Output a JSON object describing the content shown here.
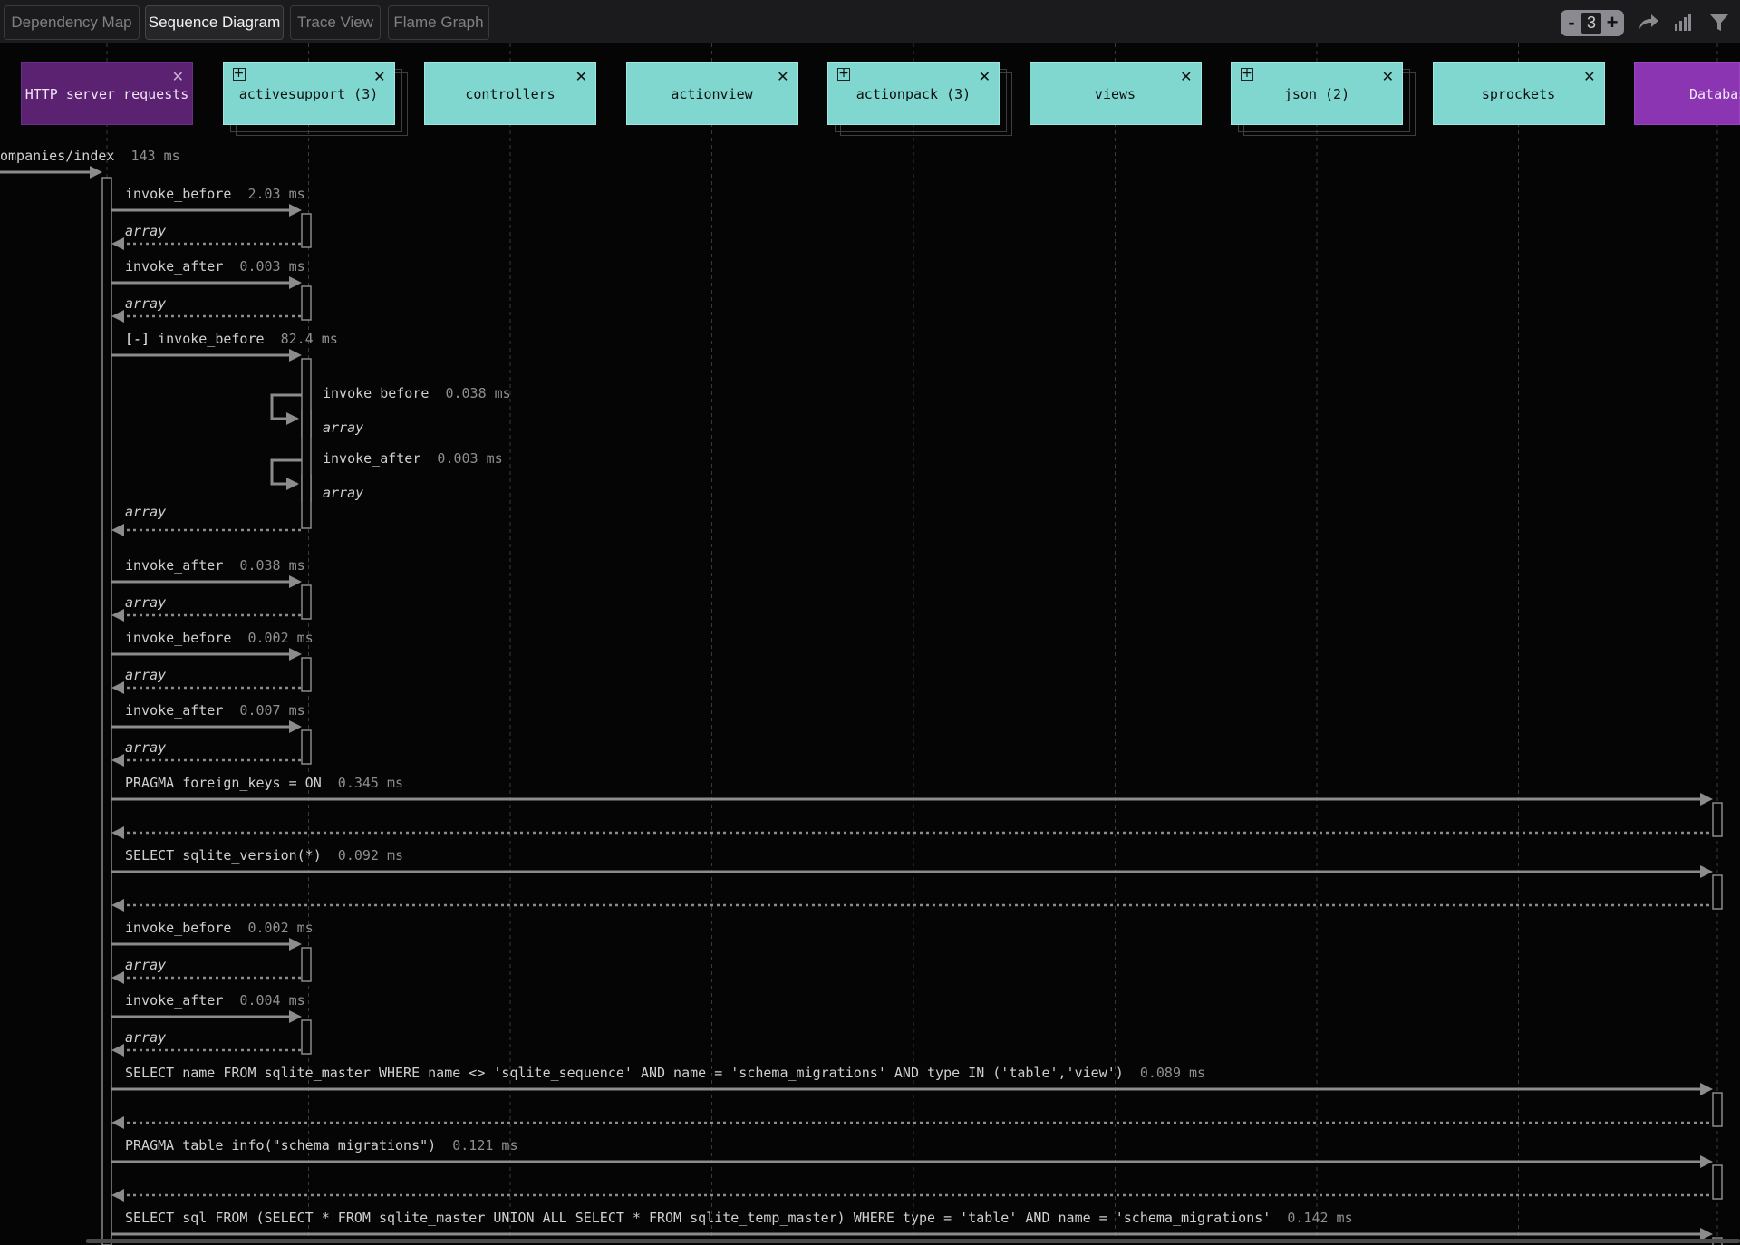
{
  "tabs": [
    {
      "label": "Dependency Map",
      "active": false
    },
    {
      "label": "Sequence Diagram",
      "active": true
    },
    {
      "label": "Trace View",
      "active": false
    },
    {
      "label": "Flame Graph",
      "active": false
    }
  ],
  "toolbar": {
    "zoom_minus": "-",
    "zoom_value": "3",
    "zoom_plus": "+",
    "icons": [
      "share-icon",
      "bar-chart-icon",
      "filter-icon"
    ]
  },
  "packages": [
    {
      "name": "HTTP server requests",
      "kind": "http",
      "expandable": false
    },
    {
      "name": "activesupport (3)",
      "kind": "pkg",
      "expandable": true
    },
    {
      "name": "controllers",
      "kind": "pkg",
      "expandable": false
    },
    {
      "name": "actionview",
      "kind": "pkg",
      "expandable": false
    },
    {
      "name": "actionpack (3)",
      "kind": "pkg",
      "expandable": true
    },
    {
      "name": "views",
      "kind": "pkg",
      "expandable": false
    },
    {
      "name": "json (2)",
      "kind": "pkg",
      "expandable": true
    },
    {
      "name": "sprockets",
      "kind": "pkg",
      "expandable": false
    },
    {
      "name": "Databas",
      "kind": "db",
      "expandable": false
    }
  ],
  "close_glyph": "✕",
  "expand_glyph": "+",
  "collapse_toggle": "[-]",
  "root_call": {
    "label": "ompanies/index",
    "duration": "143 ms"
  },
  "return_label": "array",
  "messages": [
    {
      "label": "invoke_before",
      "duration": "2.03 ms",
      "to": "activesupport",
      "ret": "array"
    },
    {
      "label": "invoke_after",
      "duration": "0.003 ms",
      "to": "activesupport",
      "ret": "array"
    },
    {
      "label": "invoke_before",
      "duration": "82.4 ms",
      "to": "activesupport",
      "ret": "array",
      "collapsible": true,
      "children": [
        {
          "label": "invoke_before",
          "duration": "0.038 ms",
          "ret": "array"
        },
        {
          "label": "invoke_after",
          "duration": "0.003 ms",
          "ret": "array"
        }
      ]
    },
    {
      "label": "invoke_after",
      "duration": "0.038 ms",
      "to": "activesupport",
      "ret": "array"
    },
    {
      "label": "invoke_before",
      "duration": "0.002 ms",
      "to": "activesupport",
      "ret": "array"
    },
    {
      "label": "invoke_after",
      "duration": "0.007 ms",
      "to": "activesupport",
      "ret": "array"
    },
    {
      "label": "PRAGMA foreign_keys = ON",
      "duration": "0.345 ms",
      "to": "database",
      "ret": ""
    },
    {
      "label": "SELECT sqlite_version(*)",
      "duration": "0.092 ms",
      "to": "database",
      "ret": ""
    },
    {
      "label": "invoke_before",
      "duration": "0.002 ms",
      "to": "activesupport",
      "ret": "array"
    },
    {
      "label": "invoke_after",
      "duration": "0.004 ms",
      "to": "activesupport",
      "ret": "array"
    },
    {
      "label": "SELECT name FROM sqlite_master WHERE name <> 'sqlite_sequence' AND name = 'schema_migrations' AND type IN ('table','view')",
      "duration": "0.089 ms",
      "to": "database",
      "ret": ""
    },
    {
      "label": "PRAGMA table_info(\"schema_migrations\")",
      "duration": "0.121 ms",
      "to": "database",
      "ret": ""
    },
    {
      "label": "SELECT sql FROM (SELECT * FROM sqlite_master UNION ALL SELECT * FROM sqlite_temp_master) WHERE type = 'table' AND name = 'schema_migrations'",
      "duration": "0.142 ms",
      "to": "database",
      "ret": ""
    }
  ],
  "colors": {
    "background": "#050505",
    "package": "#7fd7cf",
    "http_package": "#5a2270",
    "database_package": "#8b35b3",
    "arrow": "#8c8c8c"
  }
}
